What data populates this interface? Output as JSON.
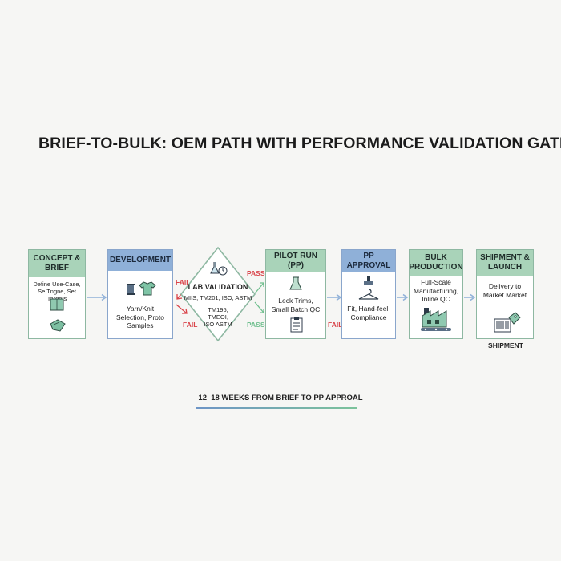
{
  "title": "BRIEF-TO-BULK: OEM PATH WITH PERFORMANCE VALIDATION GATES",
  "stages": [
    {
      "header": "CONCEPT & BRIEF",
      "desc": "Define Use-Case, Se Tngne, Set Targets",
      "icon": "fabric-swatch-icon"
    },
    {
      "header": "DEVELOPMENT",
      "desc": "Yarn/Knit Selection, Proto Samples",
      "icon": "tshirt-icon"
    },
    {
      "header": "PILOT RUN (PP)",
      "desc": "Leck Trims, Small Batch QC",
      "icon": "flask-icon"
    },
    {
      "header": "PP APPROVAL",
      "desc": "Fit, Hand-feel, Compliance",
      "icon": "hanger-icon"
    },
    {
      "header": "BULK PRODUCTION",
      "desc": "Full-Scale Manufacturing, Inline QC",
      "icon": "factory-icon"
    },
    {
      "header": "SHIPMENT & LAUNCH",
      "desc": "Delivery to Market Market",
      "icon": "shipping-tag-icon"
    }
  ],
  "gate": {
    "title": "LAB VALIDATION",
    "line1": "MIIS, TM201, ISO, ASTM",
    "line2": "TM195, TMEOI, ISO ASTM",
    "fail_label": "FAIL",
    "pass_label": "PASS"
  },
  "shipment_caption": "SHIPMENT",
  "timeline": "12–18 WEEKS FROM BRIEF TO PP APPROAL",
  "colors": {
    "green": "#a9d3b9",
    "blue": "#8fb0d8",
    "fail": "#d9444a",
    "pass": "#6fbf8e",
    "arrow": "#8fb0d8"
  }
}
